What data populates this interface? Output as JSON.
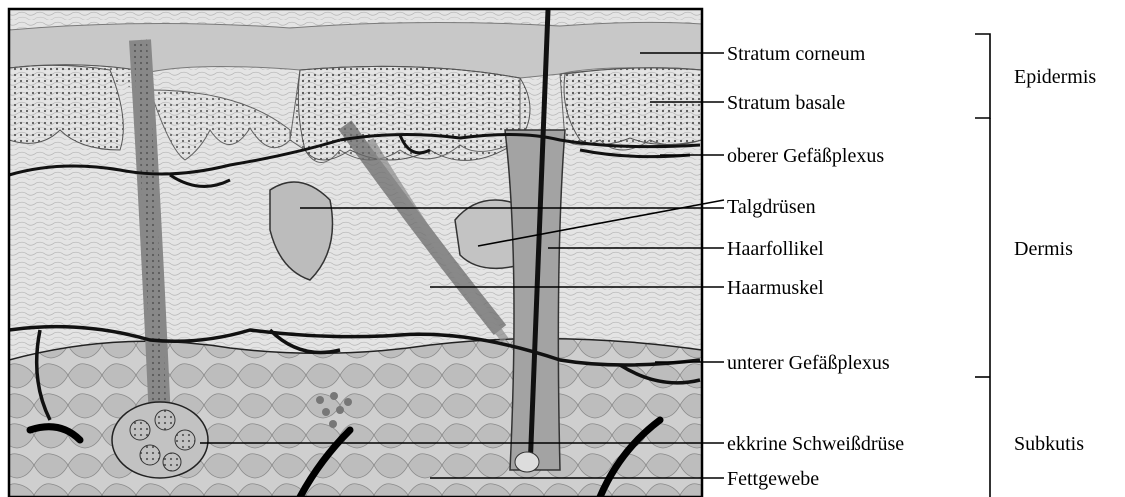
{
  "layer_labels": [
    {
      "id": "stratum-corneum",
      "text": "Stratum corneum"
    },
    {
      "id": "stratum-basale",
      "text": "Stratum basale"
    },
    {
      "id": "oberer-gefaessplexus",
      "text": "oberer Gefäßplexus"
    },
    {
      "id": "talgdruesen",
      "text": "Talgdrüsen"
    },
    {
      "id": "haarfollikel",
      "text": "Haarfollikel"
    },
    {
      "id": "haarmuskel",
      "text": "Haarmuskel"
    },
    {
      "id": "unterer-gefaessplexus",
      "text": "unterer Gefäßplexus"
    },
    {
      "id": "ekkrine-schweissdruese",
      "text": "ekkrine Schweißdrüse"
    },
    {
      "id": "fettgewebe",
      "text": "Fettgewebe"
    }
  ],
  "region_labels": [
    {
      "id": "epidermis",
      "text": "Epidermis"
    },
    {
      "id": "dermis",
      "text": "Dermis"
    },
    {
      "id": "subkutis",
      "text": "Subkutis"
    }
  ],
  "colors": {
    "background": "#ffffff",
    "ink": "#000000",
    "tissue_light": "#dcdcdc",
    "tissue_mid": "#a8a8a8",
    "tissue_dark": "#6e6e6e"
  }
}
